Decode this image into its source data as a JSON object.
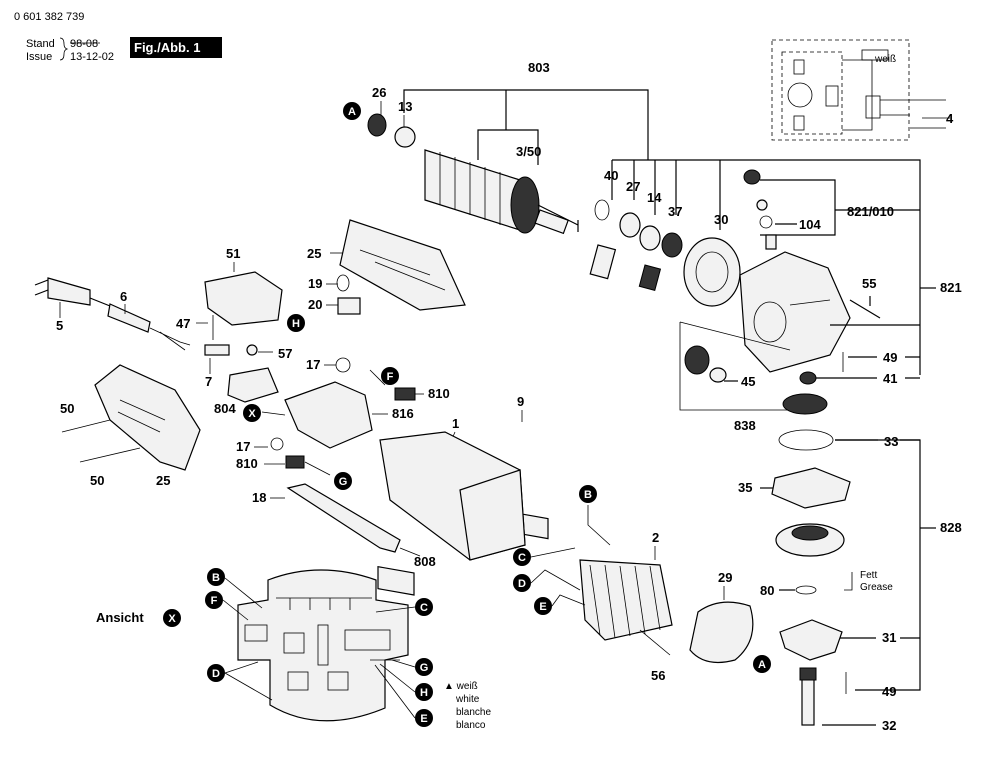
{
  "header": {
    "part_number": "0 601 382 739",
    "stand_label": "Stand",
    "issue_label": "Issue",
    "stand_date": "98-08",
    "issue_date": "13-12-02",
    "figure_label": "Fig./Abb. 1"
  },
  "parts": {
    "p803": "803",
    "p26": "26",
    "p13": "13",
    "p3_50": "3/50",
    "p40": "40",
    "p27": "27",
    "p14": "14",
    "p37": "37",
    "p30": "30",
    "p104": "104",
    "p821_010": "821/010",
    "p821": "821",
    "p55": "55",
    "p4": "4",
    "p49a": "49",
    "p41": "41",
    "p45": "45",
    "p838": "838",
    "p33": "33",
    "p35": "35",
    "p828": "828",
    "p80": "80",
    "p31": "31",
    "p49b": "49",
    "p32": "32",
    "p29": "29",
    "p56": "56",
    "p2": "2",
    "p1": "1",
    "p9": "9",
    "p808": "808",
    "p18": "18",
    "p810a": "810",
    "p816": "816",
    "p17a": "17",
    "p17b": "17",
    "p810b": "810",
    "p25a": "25",
    "p19": "19",
    "p20": "20",
    "p51": "51",
    "p47": "47",
    "p57": "57",
    "p7": "7",
    "p804": "804",
    "p6": "6",
    "p5": "5",
    "p50a": "50",
    "p50b": "50",
    "p25b": "25"
  },
  "callouts": {
    "A": "A",
    "B": "B",
    "C": "C",
    "D": "D",
    "E": "E",
    "F": "F",
    "G": "G",
    "H": "H",
    "X": "X"
  },
  "notes": {
    "fett": "Fett",
    "grease": "Grease",
    "weiss_small": "weiß",
    "legend_line1": "▲ weiß",
    "legend_line2": "white",
    "legend_line3": "blanche",
    "legend_line4": "blanco",
    "ansicht": "Ansicht"
  }
}
